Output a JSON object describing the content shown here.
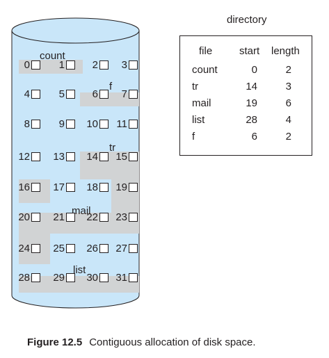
{
  "disk": {
    "group_labels": [
      "count",
      "f",
      "tr",
      "mail",
      "list"
    ],
    "blocks": [
      "0",
      "1",
      "2",
      "3",
      "4",
      "5",
      "6",
      "7",
      "8",
      "9",
      "10",
      "11",
      "12",
      "13",
      "14",
      "15",
      "16",
      "17",
      "18",
      "19",
      "20",
      "21",
      "22",
      "23",
      "24",
      "25",
      "26",
      "27",
      "28",
      "29",
      "30",
      "31"
    ]
  },
  "directory": {
    "title": "directory",
    "headers": [
      "file",
      "start",
      "length"
    ],
    "rows": [
      [
        "count",
        "0",
        "2"
      ],
      [
        "tr",
        "14",
        "3"
      ],
      [
        "mail",
        "19",
        "6"
      ],
      [
        "list",
        "28",
        "4"
      ],
      [
        "f",
        "6",
        "2"
      ]
    ]
  },
  "colors": {
    "cylinder_fill": "#c9e6f9",
    "allocated_shade": "#d1d3d4",
    "ink": "#231f20"
  },
  "caption": {
    "label": "Figure 12.5",
    "text": "Contiguous allocation of disk space."
  }
}
